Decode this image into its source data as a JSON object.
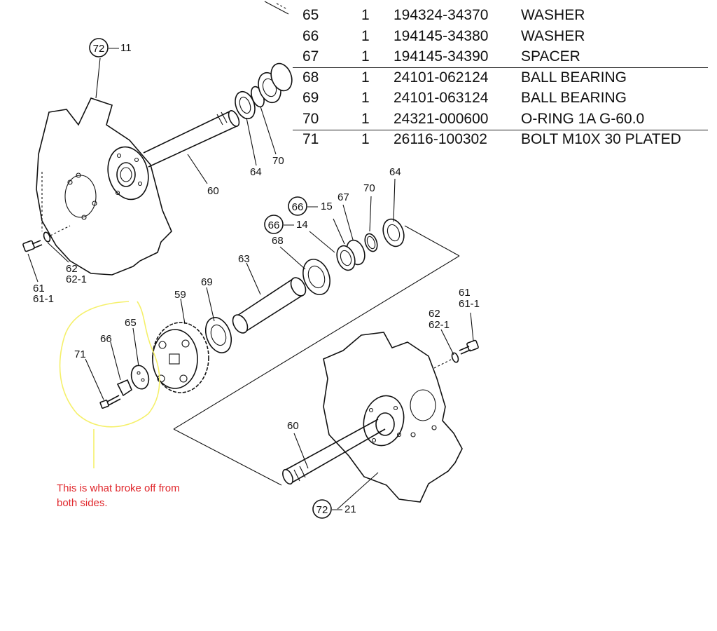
{
  "parts_table": {
    "rows": [
      {
        "no": "65",
        "qty": "1",
        "part": "194324-34370",
        "desc": "WASHER"
      },
      {
        "no": "66",
        "qty": "1",
        "part": "194145-34380",
        "desc": "WASHER"
      },
      {
        "no": "67",
        "qty": "1",
        "part": "194145-34390",
        "desc": "SPACER"
      },
      {
        "no": "68",
        "qty": "1",
        "part": "24101-062124",
        "desc": "BALL BEARING"
      },
      {
        "no": "69",
        "qty": "1",
        "part": "24101-063124",
        "desc": "BALL BEARING"
      },
      {
        "no": "70",
        "qty": "1",
        "part": "24321-000600",
        "desc": "O-RING 1A G-60.0"
      },
      {
        "no": "71",
        "qty": "1",
        "part": "26116-100302",
        "desc": "BOLT M10X 30 PLATED"
      }
    ]
  },
  "callouts": {
    "c72_11_circle": "72",
    "c72_11_suffix": "11",
    "c72_21_circle": "72",
    "c72_21_suffix": "21",
    "c66_15_circle": "66",
    "c66_15_suffix": "15",
    "c66_14_circle": "66",
    "c66_14_suffix": "14",
    "l60_top": "60",
    "l64_top": "64",
    "l70_top": "70",
    "l62_left": "62",
    "l62_1_left": "62-1",
    "l61_left": "61",
    "l61_1_left": "61-1",
    "l67": "67",
    "l70_mid": "70",
    "l64_mid": "64",
    "l68": "68",
    "l63": "63",
    "l59": "59",
    "l69": "69",
    "l65": "65",
    "l66": "66",
    "l71": "71",
    "l61_right": "61",
    "l61_1_right": "61-1",
    "l62_right": "62",
    "l62_1_right": "62-1",
    "l60_bottom": "60"
  },
  "annotation": {
    "note": "This is what broke off from both sides.",
    "highlight_color": "#f5f06a",
    "note_color": "#e0262b"
  }
}
